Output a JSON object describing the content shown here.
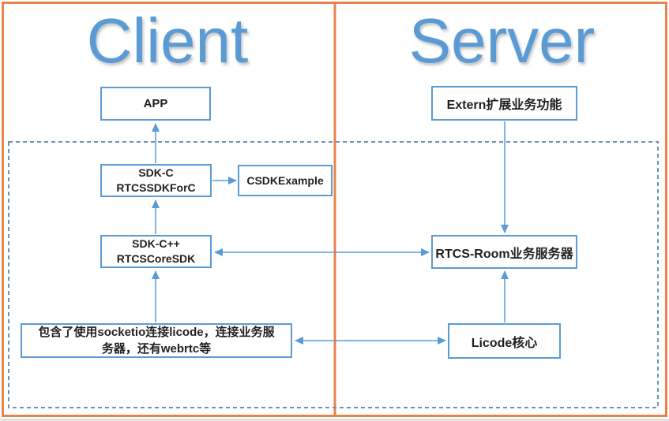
{
  "sections": {
    "client": {
      "title": "Client"
    },
    "server": {
      "title": "Server"
    }
  },
  "nodes": {
    "app": {
      "label": "APP"
    },
    "sdk_c": {
      "lines": [
        "SDK-C",
        "RTCSSDKForC"
      ]
    },
    "csdk_example": {
      "label": "CSDKExample"
    },
    "sdk_cpp": {
      "lines": [
        "SDK-C++",
        "RTCSCoreSDK"
      ]
    },
    "socketio_note": {
      "lines": [
        "包含了使用socketio连接licode，连接业务服",
        "务器，还有webrtc等"
      ]
    },
    "extern_service": {
      "label": "Extern扩展业务功能"
    },
    "rtcs_room": {
      "label": "RTCS-Room业务服务器"
    },
    "licode_core": {
      "label": "Licode核心"
    }
  },
  "colors": {
    "accent_blue": "#5B9BD5",
    "frame_orange": "#E8834D",
    "dashed_blue": "#7090B8",
    "text_dark": "#1F1F1F"
  }
}
